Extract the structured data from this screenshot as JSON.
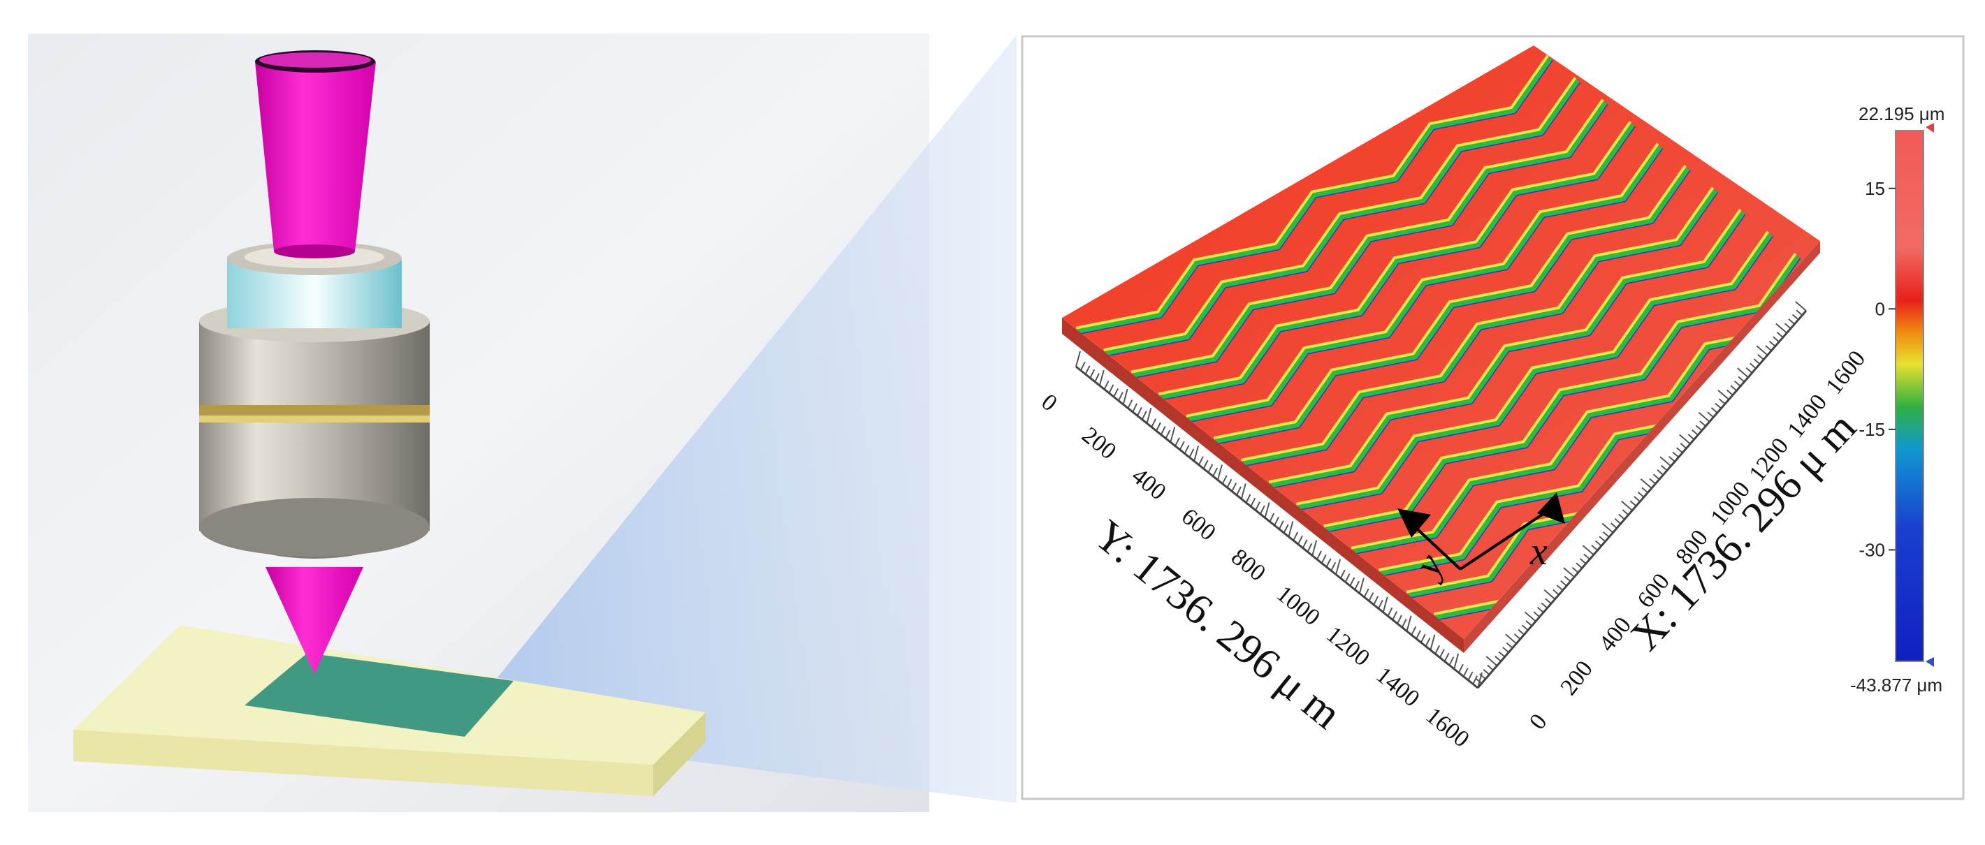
{
  "figure": {
    "surface_plot": {
      "x_axis_title": "X: 1736. 296 μ m",
      "y_axis_title": "Y: 1736. 296 μ m",
      "x_ticks": [
        "0",
        "200",
        "400",
        "600",
        "800",
        "1000",
        "1200",
        "1400",
        "1600"
      ],
      "y_ticks": [
        "0",
        "200",
        "400",
        "600",
        "800",
        "1000",
        "1200",
        "1400",
        "1600"
      ],
      "direction_labels": {
        "x": "x",
        "y": "y"
      }
    },
    "colorbar": {
      "max_label": "22.195 μm",
      "min_label": "-43.877 μm",
      "ticks": [
        "15",
        "0",
        "-15",
        "-30"
      ]
    },
    "colors": {
      "laser": "#ff19c8",
      "surface_red": "#f23a22",
      "groove_yellow": "#f5e34a",
      "groove_green": "#2dbb3e",
      "groove_blue": "#1a3fd0",
      "substrate": "#f3f2c3",
      "pattern_patch": "#2e8f7c",
      "projection_beam": "#a8c4ec"
    }
  }
}
